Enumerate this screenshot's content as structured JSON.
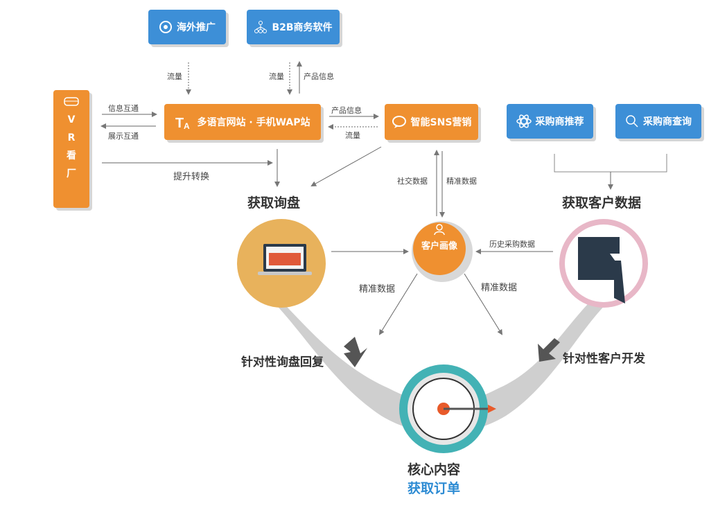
{
  "nodes": {
    "overseas": "海外推广",
    "b2b": "B2B商务软件",
    "site": "多语言网站 · 手机WAP站",
    "sns": "智能SNS营销",
    "buyer_recommend": "采购商推荐",
    "buyer_search": "采购商查询",
    "vr": [
      "V",
      "R",
      "看",
      "厂"
    ]
  },
  "flow_labels": {
    "traffic_1": "流量",
    "traffic_2": "流量",
    "product_info_1": "产品信息",
    "info_exchange": "信息互通",
    "show_exchange": "展示互通",
    "product_info_2": "产品信息",
    "traffic_3": "流量",
    "improve_conversion": "提升转换",
    "social_data": "社交数据",
    "precise_data_1": "精准数据",
    "history_data": "历史采购数据",
    "precise_data_2": "精准数据",
    "precise_data_3": "精准数据"
  },
  "headings": {
    "get_inquiry": "获取询盘",
    "get_customer_data": "获取客户数据",
    "customer_profile": "客户画像",
    "targeted_reply": "针对性询盘回复",
    "targeted_dev": "针对性客户开发",
    "core_content": "核心内容",
    "get_order": "获取订单"
  },
  "colors": {
    "blue": "#3d8fd7",
    "orange": "#ef9030",
    "gold": "#e8b25c",
    "pink": "#e8b7c7",
    "teal": "#43b2b5",
    "funnel": "#cfcfcf",
    "order_blue": "#2d8bd3"
  },
  "icons": {
    "overseas": "target-circle-icon",
    "b2b": "network-icon",
    "site": "translate-icon",
    "sns": "chat-bubble-icon",
    "buyer_recommend": "atom-icon",
    "buyer_search": "search-icon",
    "vr": "vr-headset-icon",
    "profile": "user-icon"
  }
}
